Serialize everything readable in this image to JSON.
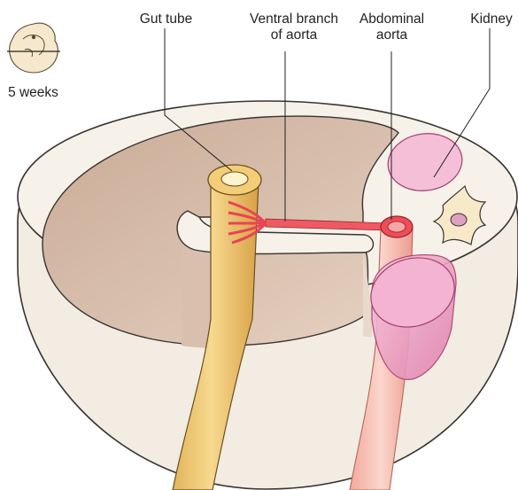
{
  "labels": {
    "gut_tube": "Gut tube",
    "ventral_branch_line1": "Ventral branch",
    "ventral_branch_line2": "of aorta",
    "abdominal_aorta_line1": "Abdominal",
    "abdominal_aorta_line2": "aorta",
    "kidney": "Kidney",
    "embryo_age": "5 weeks"
  },
  "colors": {
    "wall_fill": "#f3ede3",
    "wall_outline": "#3a3330",
    "cavity": "#ddc6b6",
    "cavity_shadow": "#cfb4a1",
    "gut_tube": "#f2cc7a",
    "gut_tube_dark": "#d9a94c",
    "gut_lumen": "#fff3cc",
    "artery": "#ee4d57",
    "aorta_wall": "#f4b9ad",
    "kidney": "#f3b9d2",
    "kidney_dark": "#d97aa6",
    "vertebra": "#f7eacb"
  },
  "icons": [
    "embryo-icon"
  ]
}
